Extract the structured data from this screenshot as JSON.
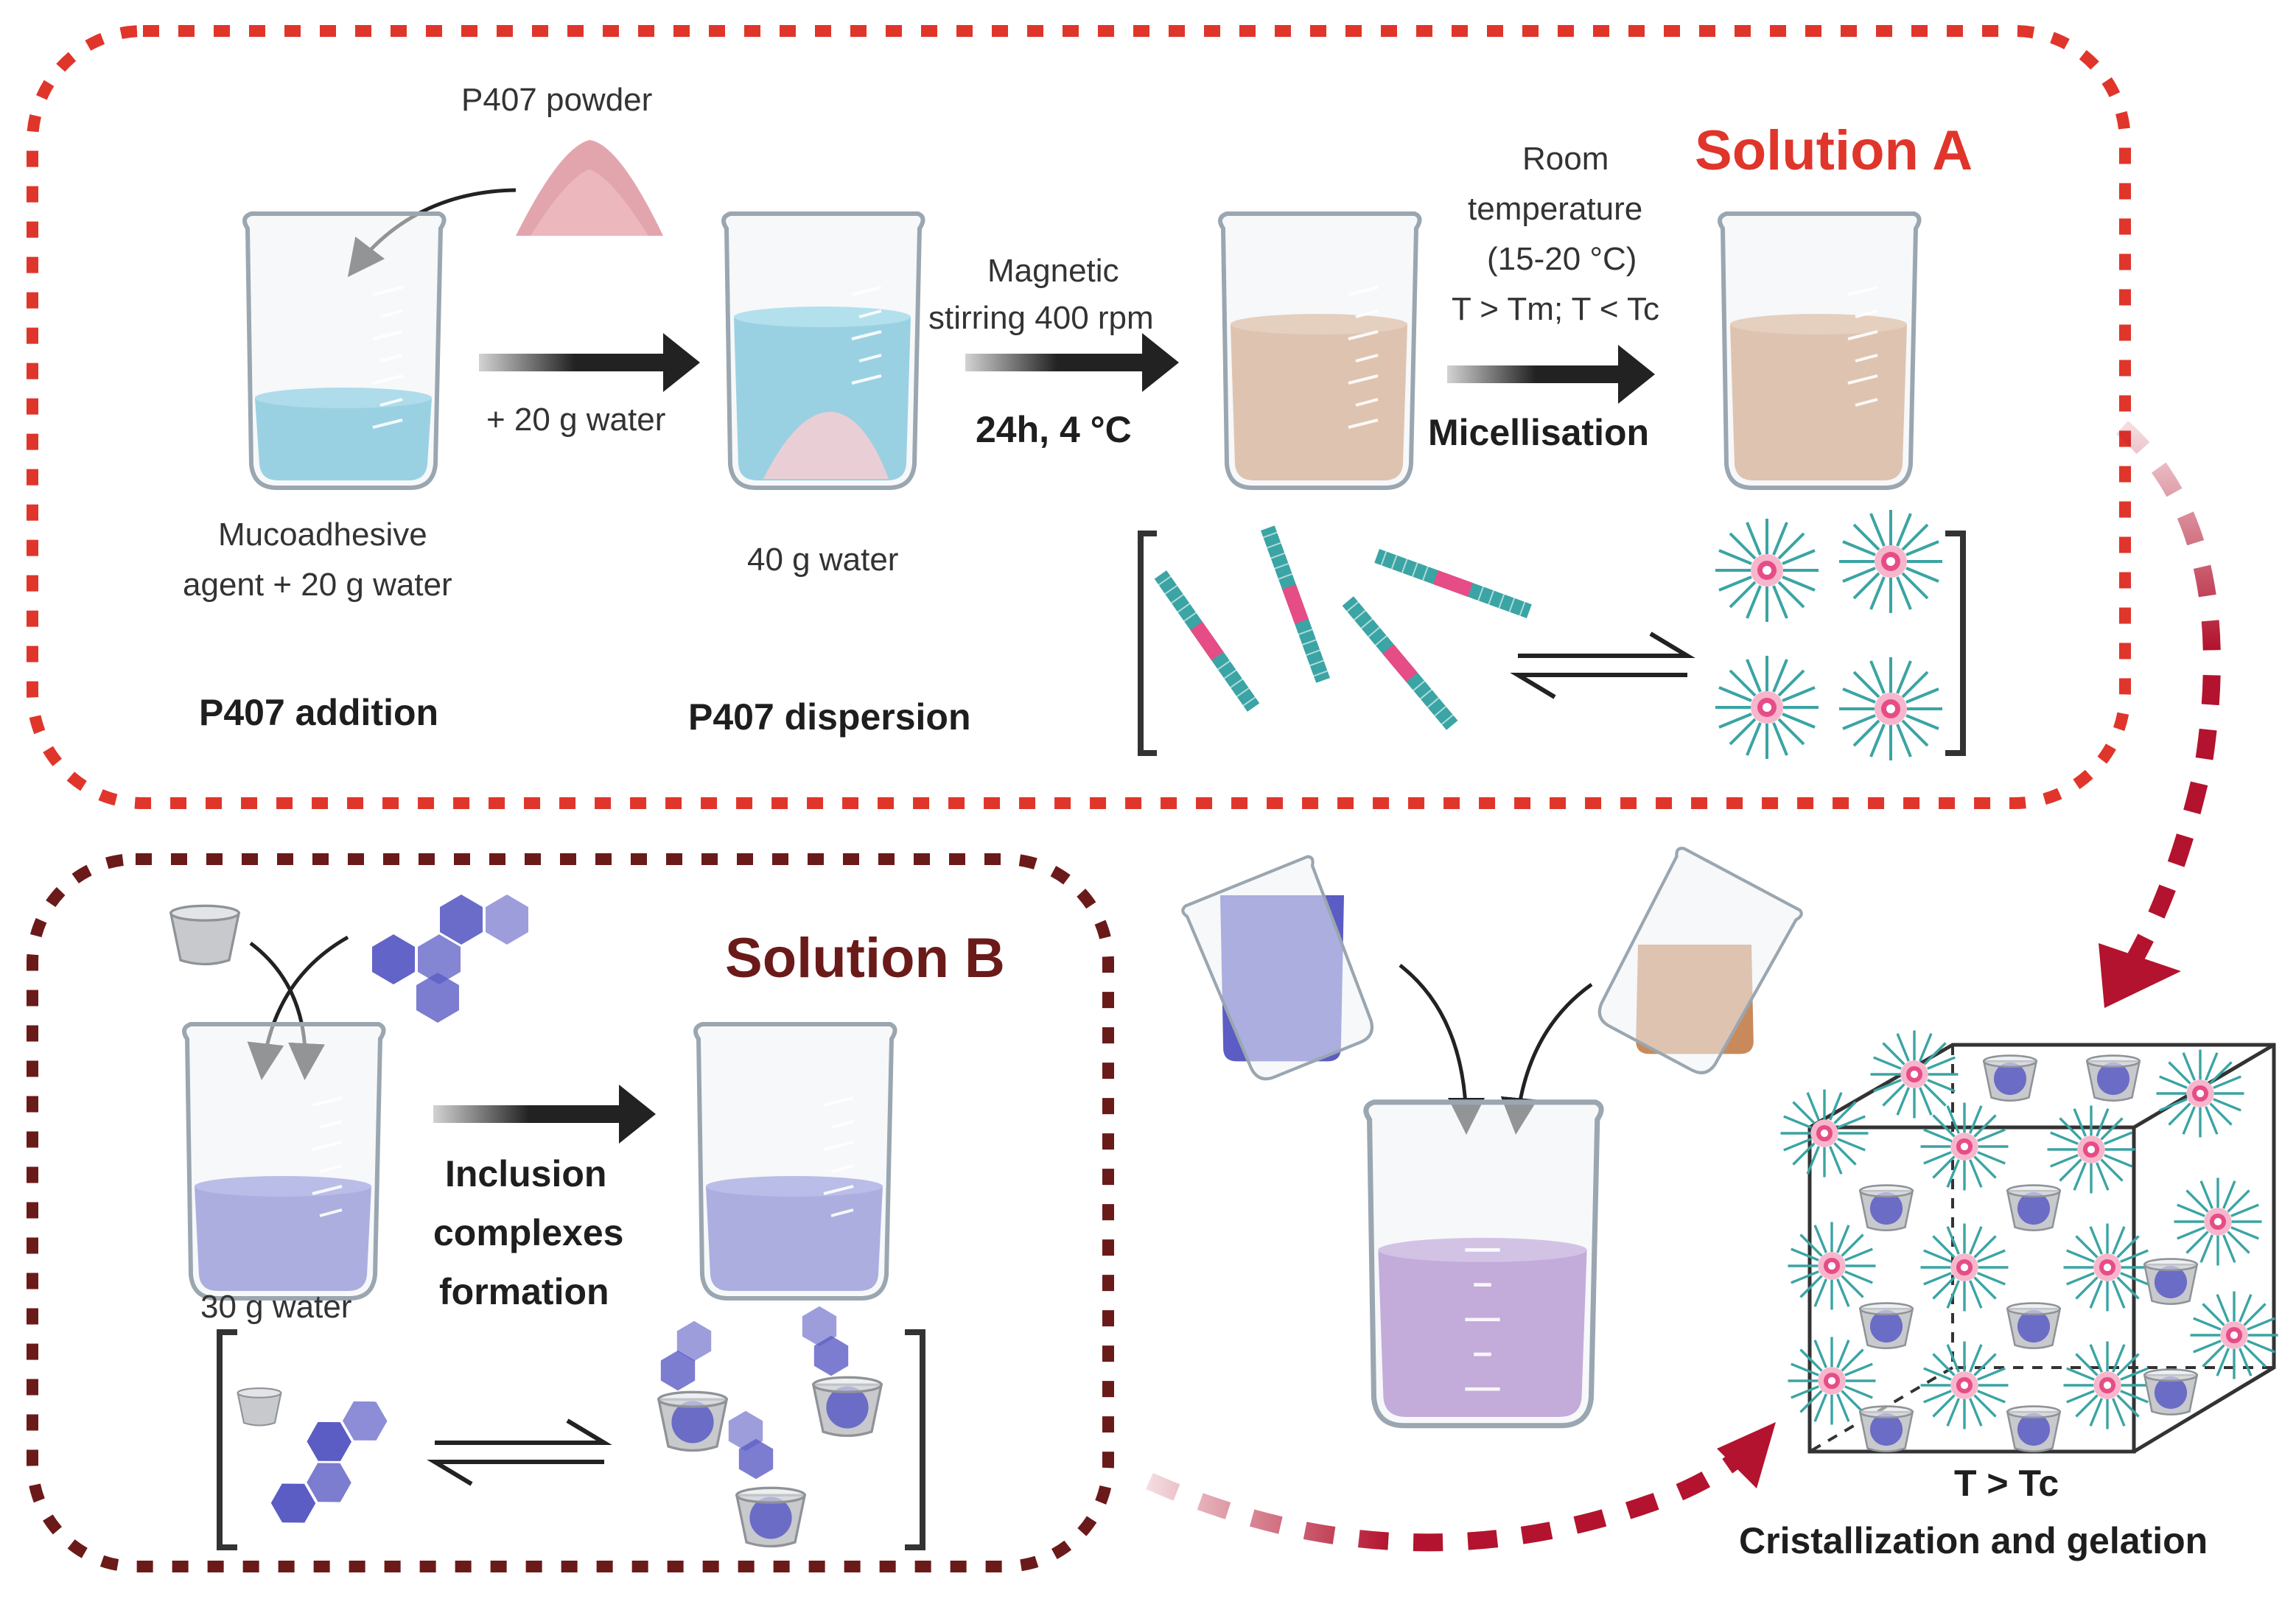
{
  "solution_a": {
    "title": "Solution A",
    "powder_label": "P407 powder",
    "beaker1_label_line1": "Mucoadhesive",
    "beaker1_label_line2": "agent + 20 g water",
    "arrow1_label": "+ 20 g water",
    "beaker2_label": "40 g water",
    "stir_line1": "Magnetic",
    "stir_line2": "stirring 400 rpm",
    "stir_line3": "24h, 4 °C",
    "temp_line1": "Room",
    "temp_line2": "temperature",
    "temp_line3": "(15-20 °C)",
    "temp_line4": "T > Tm; T < Tc",
    "micellisation": "Micellisation",
    "step1": "P407 addition",
    "step2": "P407 dispersion"
  },
  "solution_b": {
    "title": "Solution B",
    "beaker_label": "30 g water",
    "inclusion_line1": "Inclusion",
    "inclusion_line2": "complexes",
    "inclusion_line3": "formation"
  },
  "result": {
    "line1": "T > Tc",
    "line2": "Cristallization and gelation"
  },
  "colors": {
    "solution_a_border": "#e0352b",
    "solution_b_border": "#6b1a1a",
    "flow_arrow": "#b3132e",
    "water_blue": "#3aa3c4",
    "p407_orange": "#c98a5b",
    "complex_purple": "#5b5cc4",
    "mixed_violet": "#8e54b8",
    "micelle_teal": "#3ba4a4",
    "micelle_core_pink": "#e64d86"
  }
}
